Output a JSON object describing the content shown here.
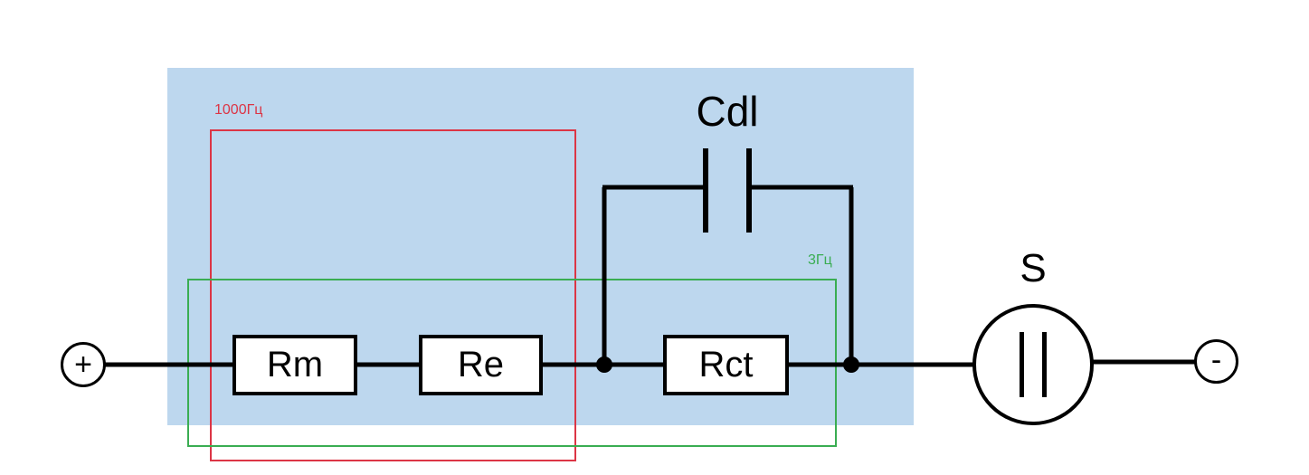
{
  "diagram": {
    "type": "equivalent-circuit-schematic",
    "components": {
      "positive_terminal": "+",
      "negative_terminal": "-",
      "resistor_rm": "Rm",
      "resistor_re": "Re",
      "resistor_rct": "Rct",
      "capacitor_cdl": "Cdl",
      "electrode_s": "S"
    },
    "regions": {
      "freq_high_label": "1000Гц",
      "freq_low_label": "3Гц"
    },
    "colors": {
      "highlight_bg": "#bdd7ee",
      "freq_high_box": "#dc3545",
      "freq_low_box": "#3aad52",
      "wire": "#000000"
    }
  }
}
